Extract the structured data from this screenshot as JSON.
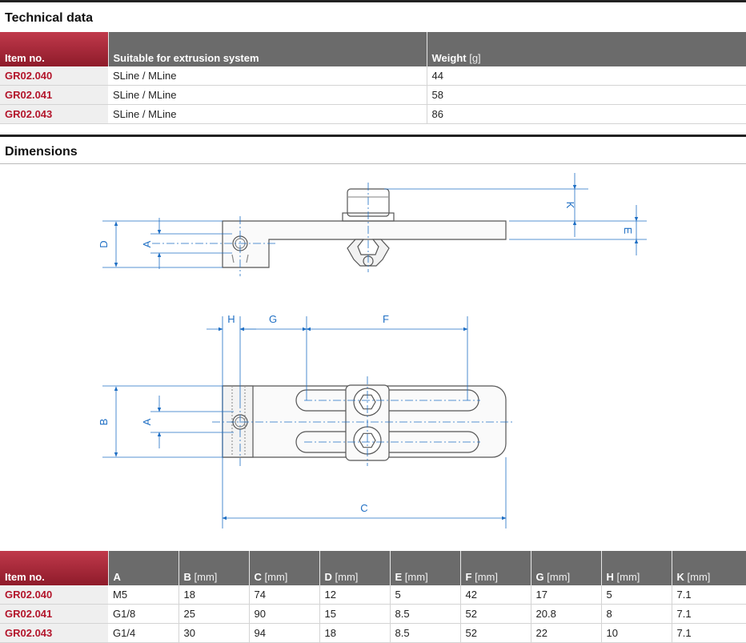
{
  "technical": {
    "title": "Technical data",
    "headers": {
      "item": "Item no.",
      "system": "Suitable for extrusion system",
      "weight": "Weight",
      "weight_unit": "[g]"
    },
    "rows": [
      {
        "item": "GR02.040",
        "system": "SLine / MLine",
        "weight": "44"
      },
      {
        "item": "GR02.041",
        "system": "SLine / MLine",
        "weight": "58"
      },
      {
        "item": "GR02.043",
        "system": "SLine / MLine",
        "weight": "86"
      }
    ]
  },
  "dimensions": {
    "title": "Dimensions",
    "labels": {
      "A": "A",
      "B": "B",
      "C": "C",
      "D": "D",
      "E": "E",
      "F": "F",
      "G": "G",
      "H": "H",
      "K": "K"
    },
    "headers": {
      "item": "Item no.",
      "A": "A",
      "B": "B",
      "C": "C",
      "D": "D",
      "E": "E",
      "F": "F",
      "G": "G",
      "H": "H",
      "K": "K",
      "unit": "[mm]"
    },
    "rows": [
      {
        "item": "GR02.040",
        "A": "M5",
        "B": "18",
        "C": "74",
        "D": "12",
        "E": "5",
        "F": "42",
        "G": "17",
        "H": "5",
        "K": "7.1"
      },
      {
        "item": "GR02.041",
        "A": "G1/8",
        "B": "25",
        "C": "90",
        "D": "15",
        "E": "8.5",
        "F": "52",
        "G": "20.8",
        "H": "8",
        "K": "7.1"
      },
      {
        "item": "GR02.043",
        "A": "G1/4",
        "B": "30",
        "C": "94",
        "D": "18",
        "E": "8.5",
        "F": "52",
        "G": "22",
        "H": "10",
        "K": "7.1"
      }
    ]
  },
  "colors": {
    "accent": "#b3152b",
    "header_gray": "#6b6b6b",
    "dimension_blue": "#1f6fc4"
  }
}
